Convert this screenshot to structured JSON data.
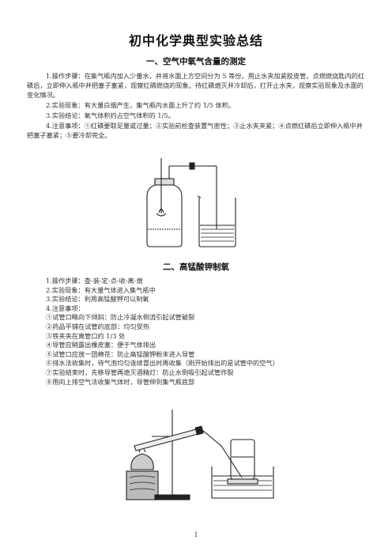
{
  "title": "初中化学典型实验总结",
  "section1": {
    "heading": "一、空气中氧气含量的测定",
    "step1": "1.操作步骤：在集气瓶内加入少量水，并将水面上方空间分为 5 等份。用止水夹加紧胶皮管。点燃燃烧匙内的红磷后，立即伸入瓶中并把塞子塞紧，观察红磷燃烧的现象。待红磷熄灭并冷却后，打开止水夹，观察实验现象及水面的变化情况。",
    "step2": "2.实验现象：有大量白烟产生，集气瓶内水面上升了约 1/5 体积。",
    "step3": "3.实验结论：氧气体积约占空气体积的 1/5。",
    "step4": "4.注意事项：①红磷要取足量或过量；②实验前检查装置气密性；③止水夹夹紧；④点燃红磷后立即伸入瓶中并把塞子塞紧；⑤要冷却完全。"
  },
  "section2": {
    "heading": "二、高锰酸钾制氧",
    "items": [
      "1.操作步骤：查-装-定-点-收-离-熄",
      "2.实验现象：有大量气体进入集气瓶中",
      "3.实验结论：利用高锰酸钾可以制氧",
      "4.注意事项：",
      "①试管口略向下倾斜：防止冷凝水倒流引起试管破裂",
      "②药品平铺在试管的底部：均匀受热",
      "③铁夹夹在离管口约 1/3 处",
      "④导管应稍露出橡皮塞：便于气体排出",
      "⑤试管口应放一团棉花：防止高锰酸钾粉末进入导管",
      "⑥排水法收集时，待气泡均匀连续冒出时再收集（刚开始排出的是试管中的空气）",
      "⑦实验结束时，先移导管再熄灭酒精灯：防止水倒吸引起试管炸裂",
      "⑧用向上排空气法收集气体时，导管伸到集气瓶底部"
    ]
  },
  "page_number": "1"
}
